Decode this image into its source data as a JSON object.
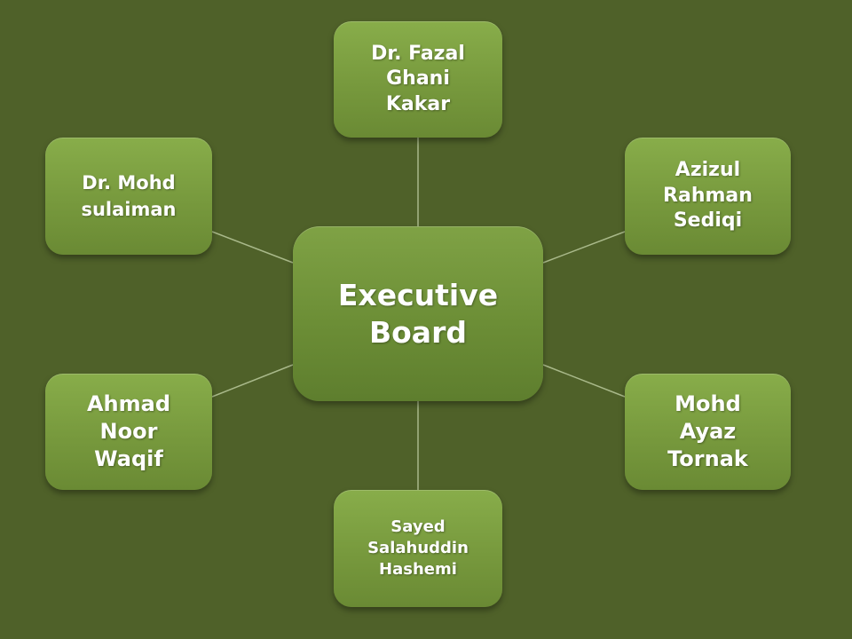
{
  "diagram": {
    "center": {
      "label": "Executive\nBoard"
    },
    "members": [
      {
        "id": "top",
        "label": "Dr. Fazal\nGhani\nKakar"
      },
      {
        "id": "top-left",
        "label": "Dr. Mohd\nsulaiman"
      },
      {
        "id": "top-right",
        "label": "Azizul\nRahman\nSediqi"
      },
      {
        "id": "bottom-left",
        "label": "Ahmad\nNoor\nWaqif"
      },
      {
        "id": "bottom-right",
        "label": "Mohd\nAyaz\nTornak"
      },
      {
        "id": "bottom",
        "label": "Sayed\nSalahuddin\nHashemi"
      }
    ]
  },
  "colors": {
    "background": "#4f6129",
    "node_fill": "#77993d",
    "connector": "#a9b98a",
    "text": "#ffffff"
  }
}
